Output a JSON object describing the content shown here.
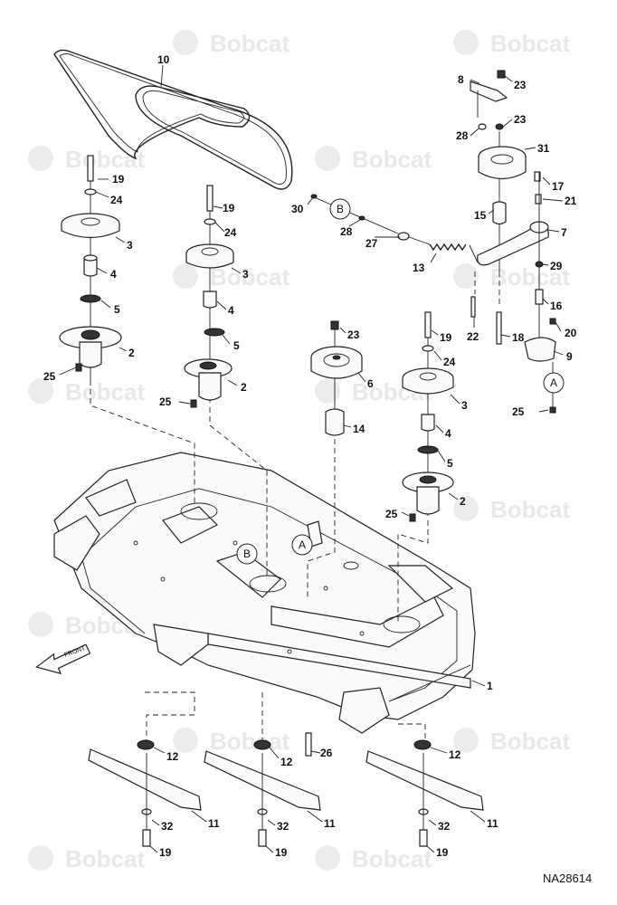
{
  "watermark": {
    "brand": "Bobcat"
  },
  "drawing_code": "NA28614",
  "front_label": "FRONT",
  "callouts": {
    "c1": "1",
    "c2": "2",
    "c3": "3",
    "c4": "4",
    "c5": "5",
    "c6": "6",
    "c7": "7",
    "c8": "8",
    "c9": "9",
    "c10": "10",
    "c11": "11",
    "c12": "12",
    "c13": "13",
    "c14": "14",
    "c15": "15",
    "c16": "16",
    "c17": "17",
    "c18": "18",
    "c19": "19",
    "c20": "20",
    "c21": "21",
    "c22": "22",
    "c23": "23",
    "c24": "24",
    "c25": "25",
    "c26": "26",
    "c27": "27",
    "c28": "28",
    "c29": "29",
    "c30": "30",
    "c31": "31",
    "c32": "32"
  },
  "refs": {
    "a": "A",
    "b": "B"
  }
}
